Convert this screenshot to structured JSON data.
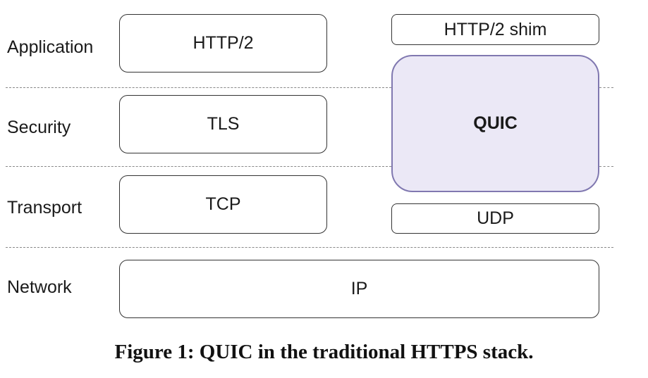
{
  "layers": {
    "application": "Application",
    "security": "Security",
    "transport": "Transport",
    "network": "Network"
  },
  "tcp_stack": {
    "http2": "HTTP/2",
    "tls": "TLS",
    "tcp": "TCP"
  },
  "quic_stack": {
    "http2_shim": "HTTP/2 shim",
    "quic": "QUIC",
    "udp": "UDP"
  },
  "shared": {
    "ip": "IP"
  },
  "caption": "Figure 1: QUIC in the traditional HTTPS stack.",
  "colors": {
    "quic_fill": "#ebe8f6",
    "quic_border": "#8078b0"
  }
}
